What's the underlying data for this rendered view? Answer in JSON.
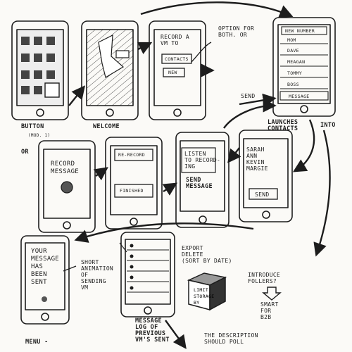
{
  "colors": {
    "ink": "#1d1d1d",
    "paper": "#fbfaf7",
    "hatch": "#555555",
    "tile": "#444444"
  },
  "labels": {
    "button": "BUTTON",
    "button_sub": "(MOD. 1)",
    "welcome": "WELCOME",
    "launches": "LAUNCHES\nCONTACTS",
    "into": "INTO",
    "send_arrow": "SEND",
    "option": "OPTION FOR\nBOTH. OR",
    "or": "OR",
    "send_message": "SEND\nMESSAGE",
    "short_anim": "SHORT\nANIMATION\nOF\nSENDING\nVM",
    "export": "EXPORT\nDELETE\n(SORT BY DATE)",
    "message_log": "MESSAGE\nLOG OF\nPREVIOUS\nVM'S SENT",
    "introduce": "INTRODUCE\nFOLLERS?",
    "smart": "SMART\nFOR\nB2B",
    "description": "THE DESCRIPTION\nSHOULD POLL",
    "menu": "MENU -"
  },
  "screens": {
    "record_vm": {
      "text": "RECORD A\nVM TO",
      "contacts": "CONTACTS",
      "new": "NEW"
    },
    "contacts": {
      "new_number": "NEW NUMBER",
      "items": [
        "MOM",
        "DAVE",
        "MEAGAN",
        "TOMMY",
        "BOSS"
      ],
      "footer": "MESSAGE"
    },
    "record_message": {
      "text": "RECORD\nMESSAGE"
    },
    "rerecord": {
      "top": "RE-RECORD",
      "bottom": "FINISHED"
    },
    "listen": {
      "text": "LISTEN\nTO RECORD-\nING"
    },
    "recipients": {
      "names": "SARAH\nANN\nKEVIN\nMARGIE",
      "send": "SEND"
    },
    "sent": {
      "text": "YOUR\nMESSAGE\nHAS\nBEEN\nSENT"
    },
    "limit": {
      "text": "LIMIT\nSTORAGE\nBY"
    }
  }
}
